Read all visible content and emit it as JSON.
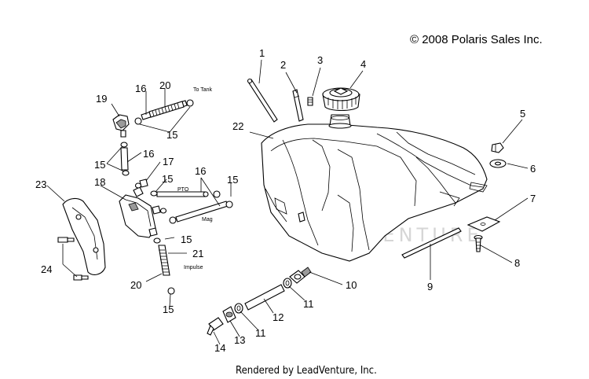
{
  "copyright": "© 2008 Polaris Sales Inc.",
  "footer": "Rendered by LeadVenture, Inc.",
  "watermark": "LEADVENTURE",
  "hose_labels": {
    "to_tank": "To Tank",
    "pto": "PTO",
    "mag": "Mag",
    "impulse": "Impulse"
  },
  "callouts": {
    "c1": "1",
    "c2": "2",
    "c3": "3",
    "c4": "4",
    "c5": "5",
    "c6": "6",
    "c7": "7",
    "c8": "8",
    "c9": "9",
    "c10": "10",
    "c11a": "11",
    "c11b": "11",
    "c12": "12",
    "c13": "13",
    "c14": "14",
    "c15a": "15",
    "c15b": "15",
    "c15c": "15",
    "c15d": "15",
    "c15e": "15",
    "c15f": "15",
    "c16a": "16",
    "c16b": "16",
    "c16c": "16",
    "c17": "17",
    "c18": "18",
    "c19": "19",
    "c20a": "20",
    "c20b": "20",
    "c21": "21",
    "c22": "22",
    "c23": "23",
    "c24": "24"
  }
}
